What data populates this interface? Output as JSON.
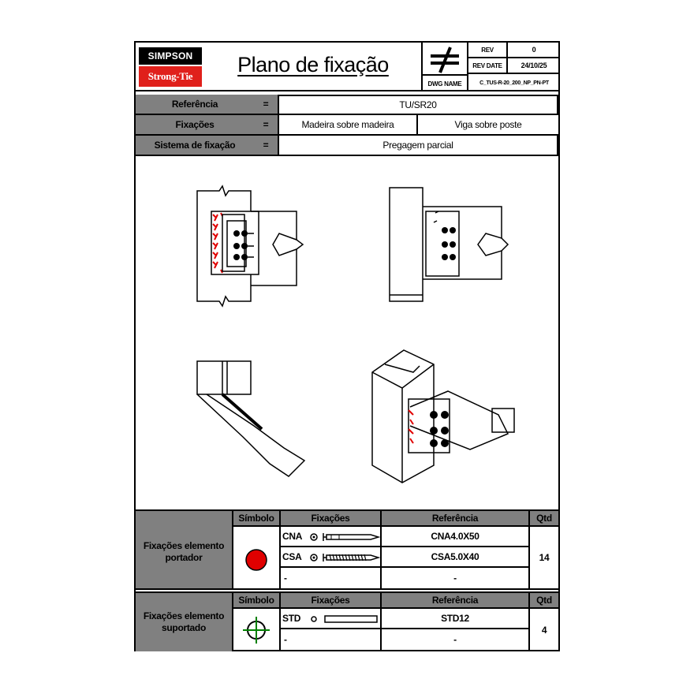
{
  "header": {
    "logo_top": "SIMPSON",
    "logo_bottom": "Strong-Tie",
    "title": "Plano de fixação",
    "rev_label": "REV",
    "rev_value": "0",
    "rev_date_label": "REV DATE",
    "rev_date_value": "24/10/25",
    "dwg_label": "DWG NAME",
    "dwg_value": "C_TUS-R-20_200_NP_PN-PT"
  },
  "info": {
    "referencia_label": "Referência",
    "referencia_value": "TU/SR20",
    "fixacoes_label": "Fixações",
    "fixacoes_value_1": "Madeira sobre madeira",
    "fixacoes_value_2": "Viga sobre poste",
    "sistema_label": "Sistema de fixação",
    "sistema_value": "Pregagem parcial",
    "equals": "="
  },
  "table1": {
    "row_label": "Fixações elemento portador",
    "headers": {
      "simbolo": "Símbolo",
      "fixacoes": "Fixações",
      "referencia": "Referência",
      "qtd": "Qtd"
    },
    "rows": [
      {
        "code": "CNA",
        "ref": "CNA4.0X50"
      },
      {
        "code": "CSA",
        "ref": "CSA5.0X40"
      },
      {
        "code": "-",
        "ref": "-"
      }
    ],
    "qtd": "14",
    "symbol_color": "#e00000"
  },
  "table2": {
    "row_label": "Fixações elemento suportado",
    "headers": {
      "simbolo": "Símbolo",
      "fixacoes": "Fixações",
      "referencia": "Referência",
      "qtd": "Qtd"
    },
    "rows": [
      {
        "code": "STD",
        "ref": "STD12"
      },
      {
        "code": "-",
        "ref": "-"
      }
    ],
    "qtd": "4",
    "symbol_color": "#008000"
  },
  "colors": {
    "brand_red": "#e0201b",
    "header_grey": "#808080"
  }
}
